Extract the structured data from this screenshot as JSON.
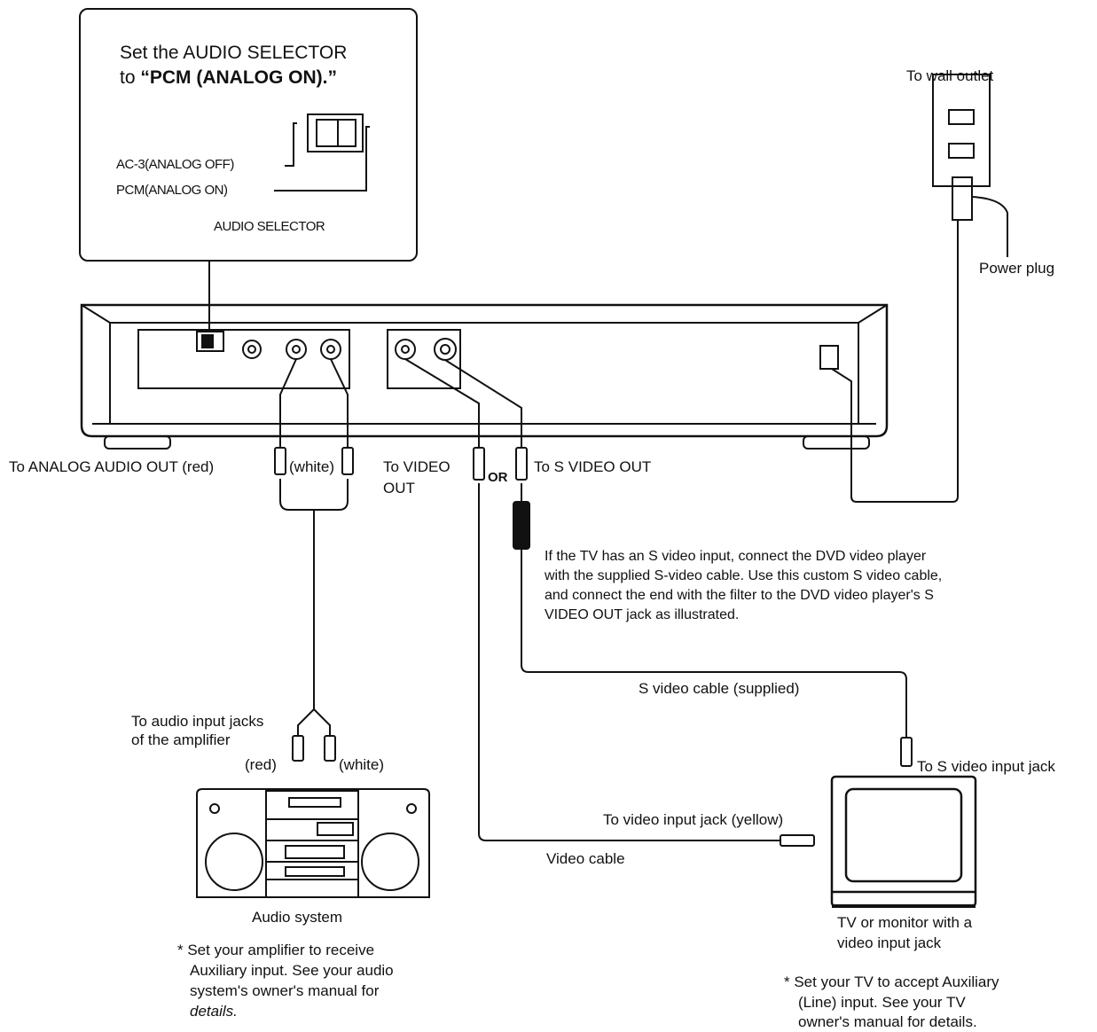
{
  "callout": {
    "line1": "Set the AUDIO SELECTOR",
    "line2_prefix": "to ",
    "line2_bold": "“PCM (ANALOG ON).”",
    "opt_ac3": "AC-3(ANALOG OFF)",
    "opt_pcm": "PCM(ANALOG ON)",
    "selector_label": "AUDIO SELECTOR"
  },
  "wall": {
    "to_wall_outlet": "To wall outlet",
    "power_plug": "Power plug"
  },
  "player": {
    "to_analog_audio_out": "To ANALOG AUDIO OUT (red)",
    "white": "(white)",
    "to_video_out_1": "To VIDEO",
    "to_video_out_2": "OUT",
    "or": "OR",
    "to_s_video_out": "To S VIDEO OUT"
  },
  "s_video_note": "If the TV has an S video input, connect the DVD video player with the supplied S-video cable. Use this custom S video cable, and connect the end with the filter to the DVD video player's S VIDEO OUT jack as illustrated.",
  "s_video_cable": "S video cable (supplied)",
  "amplifier": {
    "to_audio_input_1": "To audio input jacks",
    "to_audio_input_2": "of the amplifier",
    "red": "(red)",
    "white": "(white)",
    "audio_system": "Audio system",
    "note_1": "* Set your amplifier to receive",
    "note_2": "Auxiliary input. See your audio",
    "note_3": "system's owner's manual for",
    "note_4": "details."
  },
  "tv": {
    "to_s_video_input": "To S video input jack",
    "to_video_input": "To video input jack (yellow)",
    "video_cable": "Video cable",
    "tv_label_1": "TV or monitor with a",
    "tv_label_2": "video input jack",
    "note_1": "* Set your TV to accept Auxiliary",
    "note_2": "(Line) input. See your TV",
    "note_3": "owner's manual for details."
  }
}
